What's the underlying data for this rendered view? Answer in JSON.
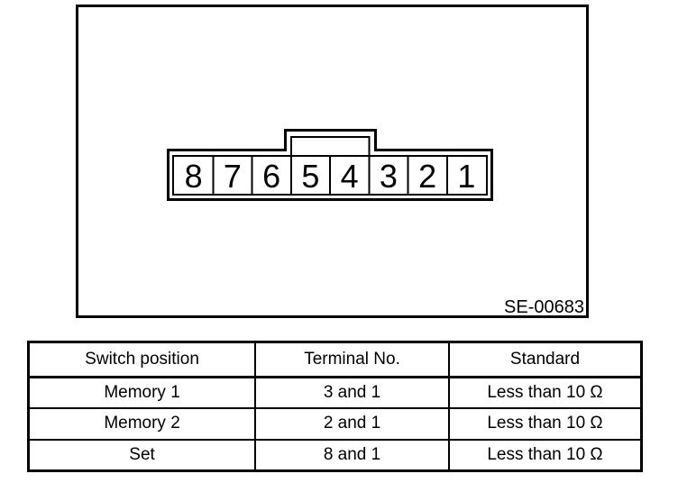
{
  "figure": {
    "id_label": "SE-00683",
    "connector": {
      "pins": [
        "8",
        "7",
        "6",
        "5",
        "4",
        "3",
        "2",
        "1"
      ]
    }
  },
  "table": {
    "headers": {
      "switch_position": "Switch position",
      "terminal_no": "Terminal No.",
      "standard": "Standard"
    },
    "rows": [
      {
        "switch_position": "Memory 1",
        "terminal_no": "3 and 1",
        "standard": "Less than 10 Ω"
      },
      {
        "switch_position": "Memory 2",
        "terminal_no": "2 and 1",
        "standard": "Less than 10 Ω"
      },
      {
        "switch_position": "Set",
        "terminal_no": "8 and 1",
        "standard": "Less than 10 Ω"
      }
    ]
  },
  "colors": {
    "line": "#000000",
    "background": "#ffffff"
  }
}
